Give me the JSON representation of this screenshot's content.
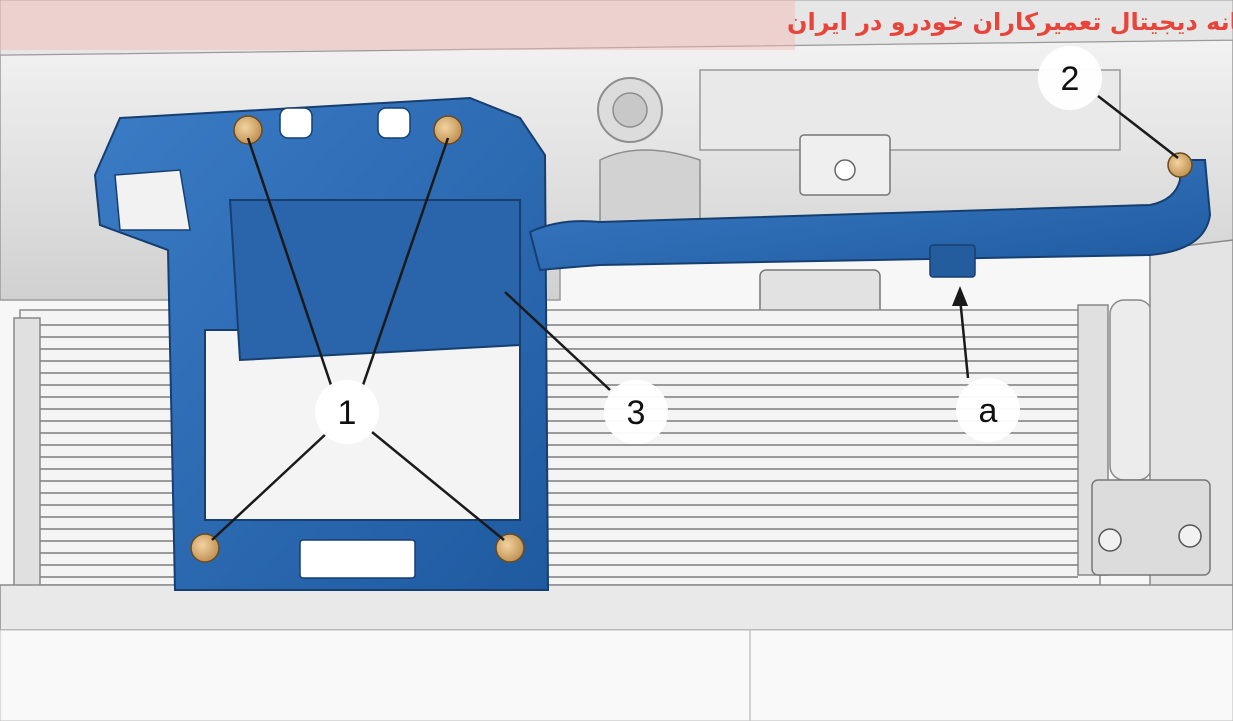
{
  "watermark": {
    "text": "اولین سامانه دیجیتال تعمیرکاران خودرو در ایران",
    "color": "#e8443a"
  },
  "callouts": [
    {
      "id": "callout-1",
      "label": "1"
    },
    {
      "id": "callout-2",
      "label": "2"
    },
    {
      "id": "callout-3",
      "label": "3"
    },
    {
      "id": "callout-a",
      "label": "a"
    }
  ],
  "colors": {
    "bracket": "#2f6db5",
    "bracket_dark": "#1f4f8a",
    "bolt": "#d9a760",
    "metal": "#d8d8d8",
    "metal_dark": "#a8a8a8",
    "line": "#1a1a1a"
  }
}
